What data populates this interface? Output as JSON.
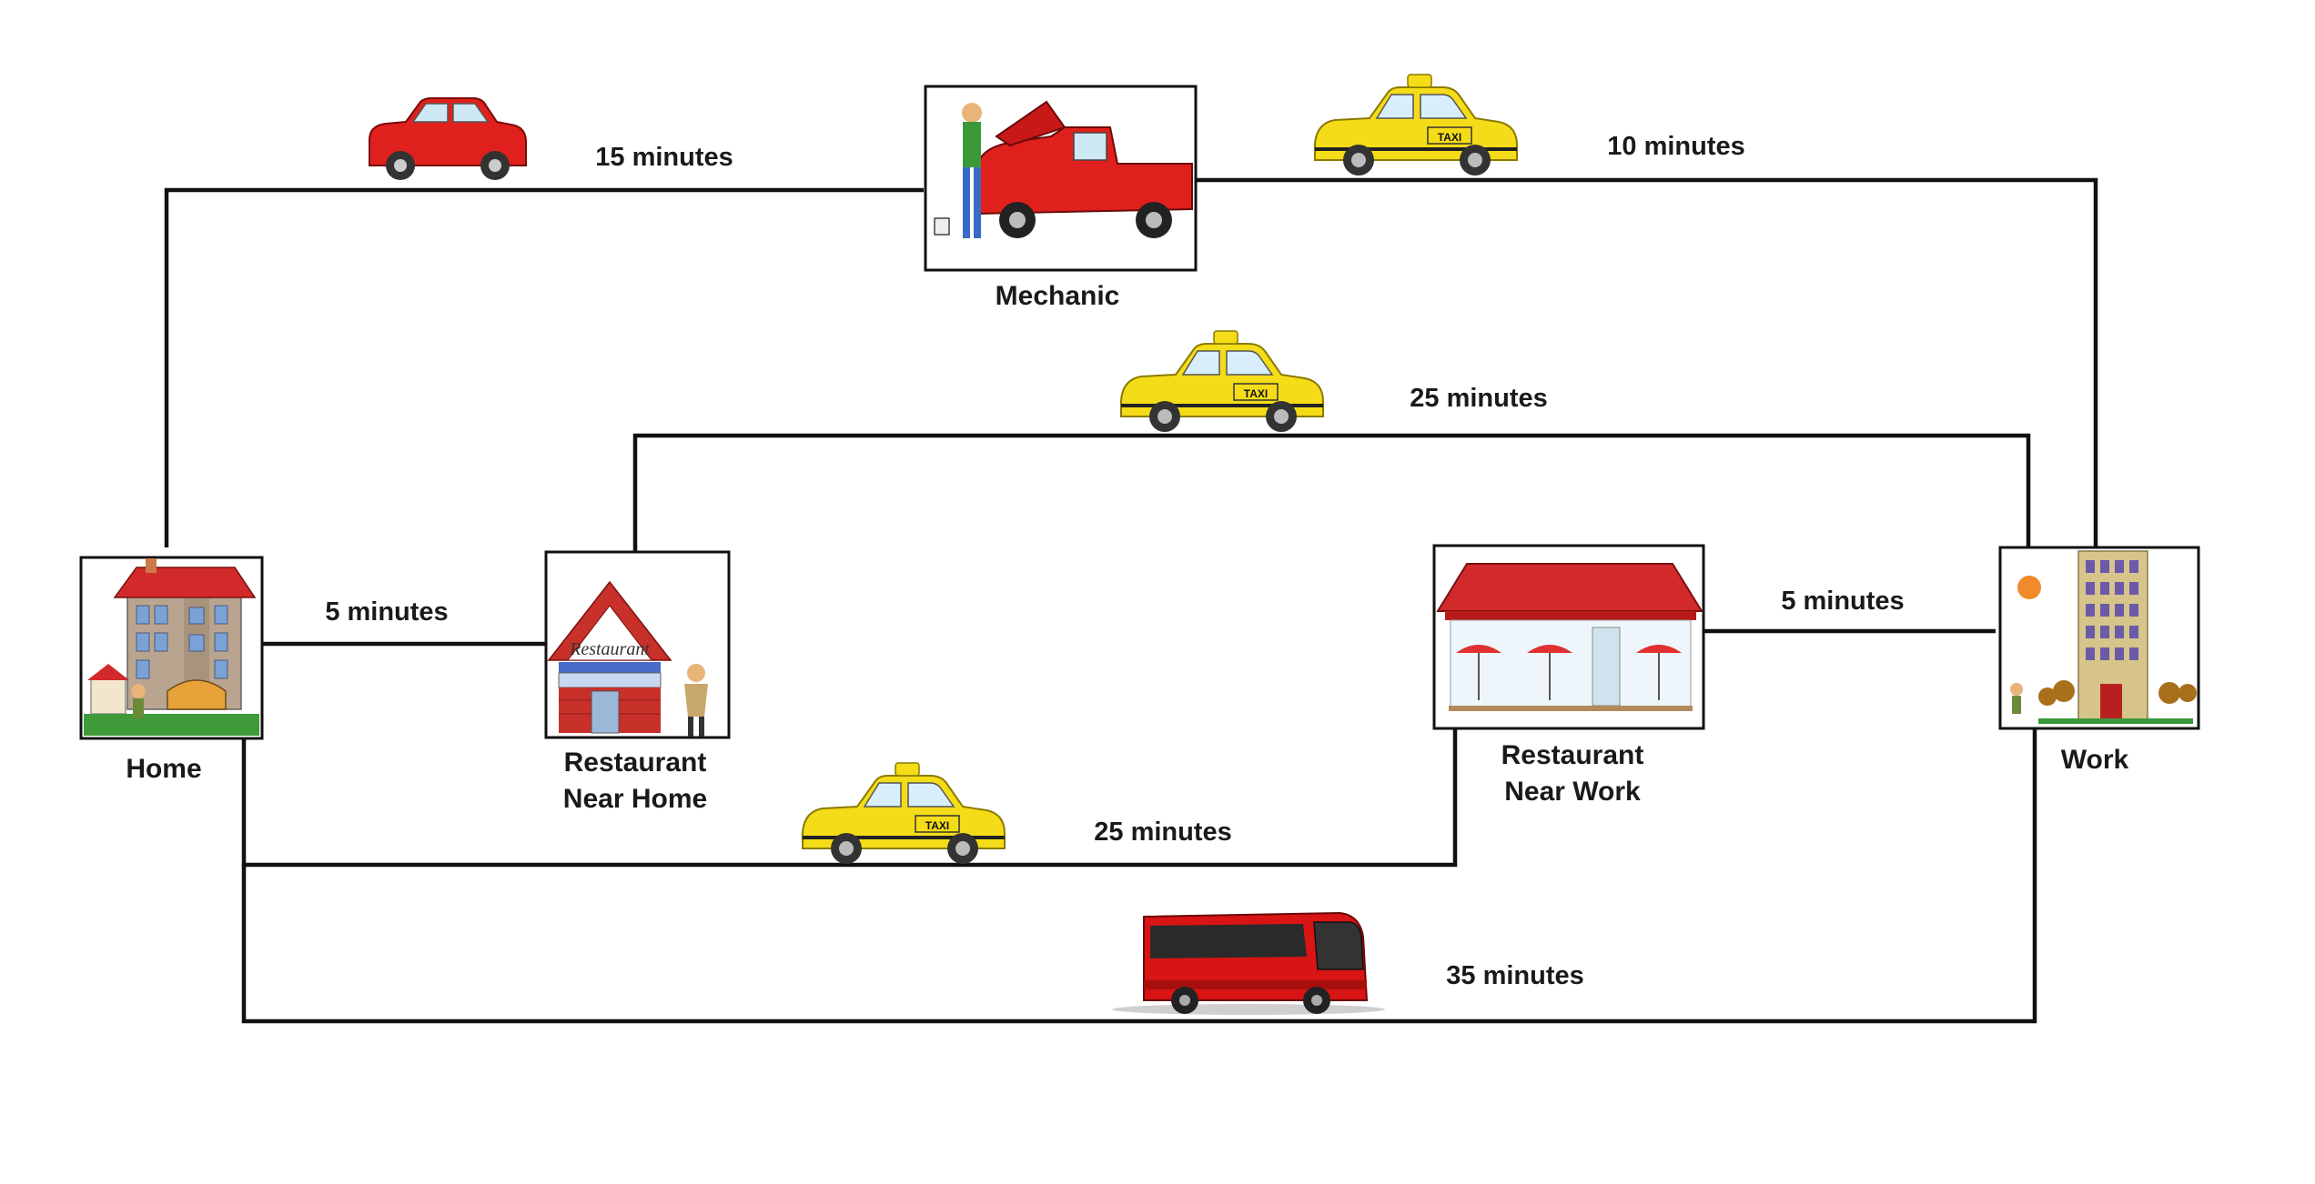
{
  "nodes": {
    "home": {
      "label": "Home"
    },
    "restaurant_near_home": {
      "label_line1": "Restaurant",
      "label_line2": "Near Home",
      "sign": "Restaurant"
    },
    "mechanic": {
      "label": "Mechanic"
    },
    "restaurant_near_work": {
      "label_line1": "Restaurant",
      "label_line2": "Near Work"
    },
    "work": {
      "label": "Work"
    }
  },
  "routes": {
    "home_mechanic": {
      "time": "15 minutes",
      "vehicle": "car-icon"
    },
    "mechanic_work": {
      "time": "10 minutes",
      "vehicle": "taxi-icon"
    },
    "restaurant_near_home_work": {
      "time": "25 minutes",
      "vehicle": "taxi-icon"
    },
    "home_restaurant_near_home": {
      "time": "5 minutes"
    },
    "restaurant_near_work_work": {
      "time": "5 minutes"
    },
    "home_restaurant_near_work": {
      "time": "25 minutes",
      "vehicle": "taxi-icon"
    },
    "home_work_bus": {
      "time": "35 minutes",
      "vehicle": "bus-icon"
    }
  },
  "vehicles": {
    "taxi_sign": "TAXI"
  },
  "colors": {
    "road": "#111111",
    "car": "#e0201c",
    "taxi": "#f5dc18",
    "bus": "#d81414",
    "roof": "#d22a2a"
  }
}
